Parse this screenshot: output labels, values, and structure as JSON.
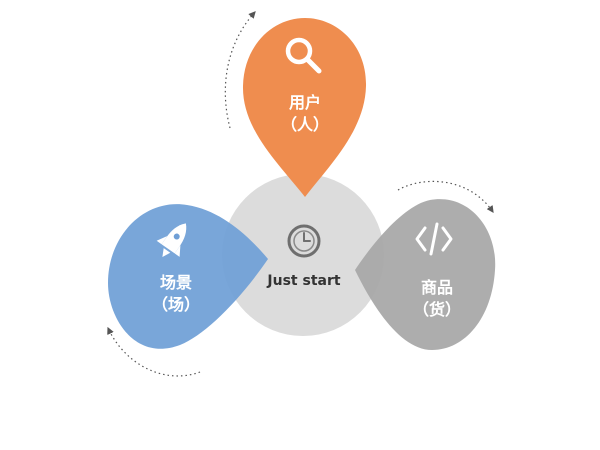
{
  "center": {
    "label": "Just start",
    "icon": "clock-icon",
    "color": "#dcdcdc"
  },
  "nodes": {
    "user": {
      "line1": "用户",
      "line2": "（人）",
      "icon": "search-icon",
      "color": "#ef8d4f"
    },
    "scene": {
      "line1": "场景",
      "line2": "（场）",
      "icon": "rocket-icon",
      "color": "#6f9fd6"
    },
    "goods": {
      "line1": "商品",
      "line2": "（货）",
      "icon": "code-icon",
      "color": "#a6a6a6"
    }
  }
}
